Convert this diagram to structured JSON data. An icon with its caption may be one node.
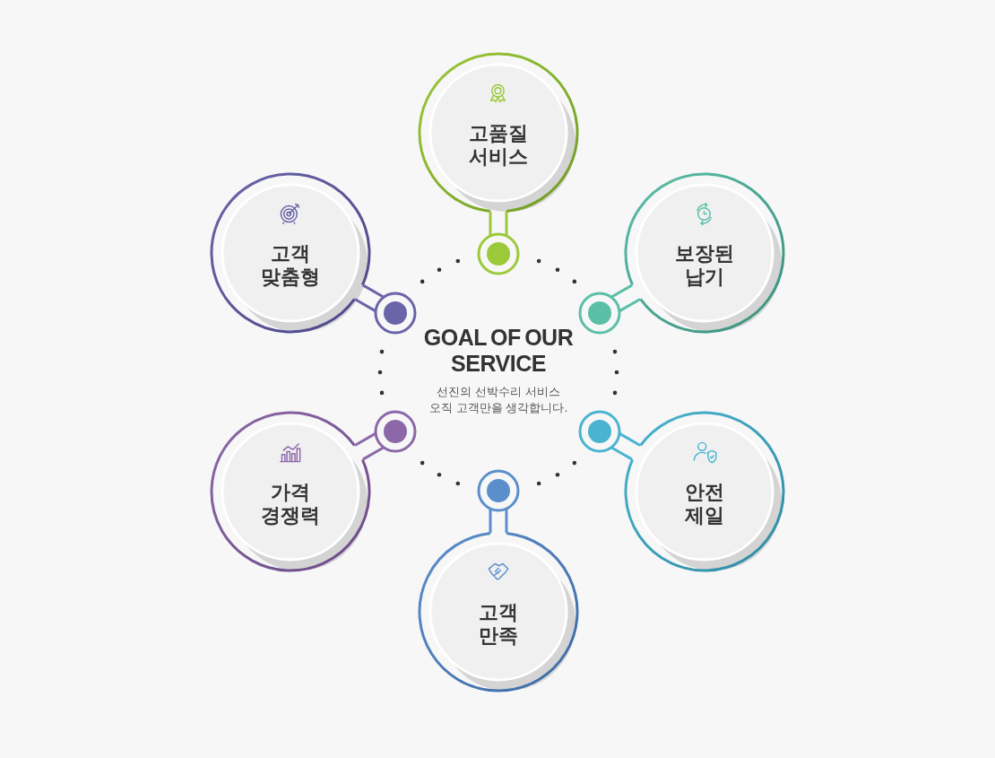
{
  "diagram": {
    "title": "GOAL OF OUR SERVICE",
    "nodes": [
      {
        "text": [
          "고품질 서비스"
        ]
      },
      {
        "text": [
          "고객 맞춤형"
        ]
      },
      {
        "text": [
          "보장된 납기"
        ]
      },
      {
        "text": [
          "가격 경쟁력"
        ]
      },
      {
        "text": [
          "안전 제일"
        ]
      },
      {
        "text": [
          "고객 만족"
        ]
      }
    ],
    "labels": [
      "선진의 선박수리 서비스 오직 고객만을 생각합니다."
    ]
  }
}
